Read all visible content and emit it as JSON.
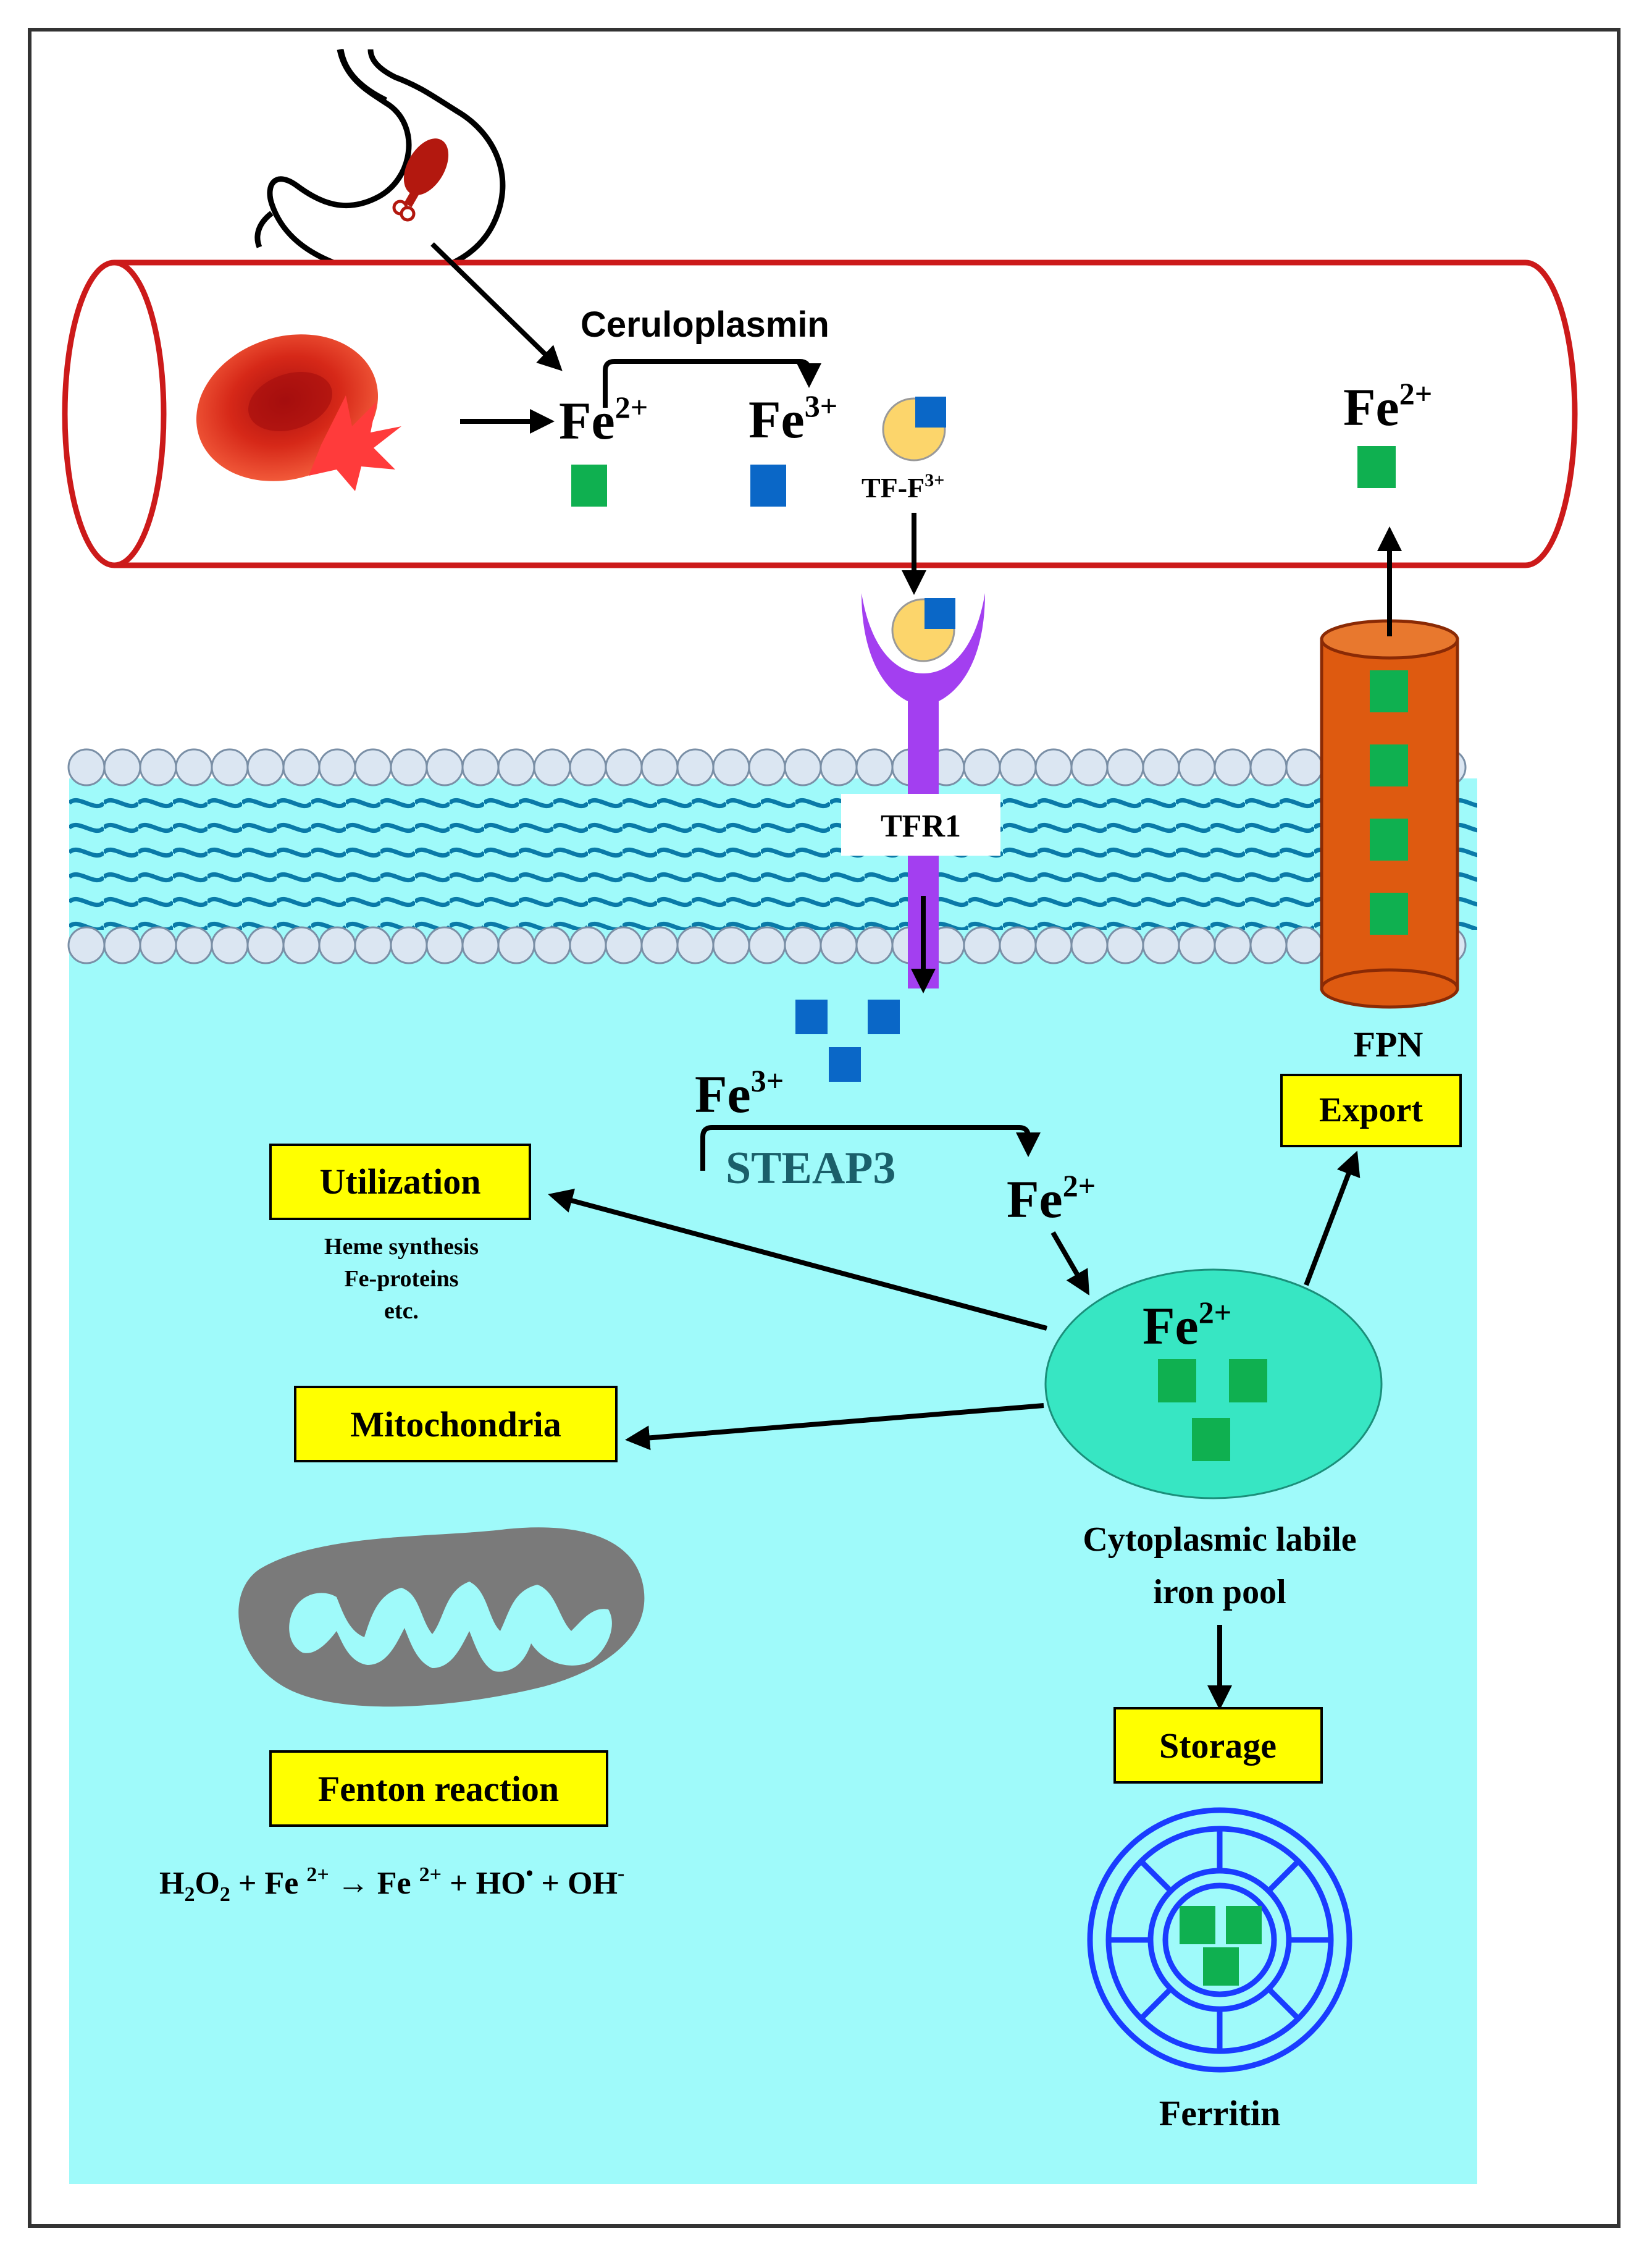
{
  "labels": {
    "ceruloplasmin": "Ceruloplasmin",
    "fe_base": "Fe",
    "charge_2": "2+",
    "charge_3": "3+",
    "tf_f3": "TF-F",
    "tf_f3_sup": "3+",
    "tfr1": "TFR1",
    "fpn": "FPN",
    "steap3": "STEAP3",
    "export": "Export",
    "utilization": "Utilization",
    "utilization_items": [
      "Heme synthesis",
      "Fe-proteins",
      "etc."
    ],
    "mitochondria": "Mitochondria",
    "fenton": "Fenton reaction",
    "pool_line1": "Cytoplasmic labile",
    "pool_line2": "iron pool",
    "storage": "Storage",
    "ferritin": "Ferritin"
  },
  "equation": {
    "h": "H",
    "sub2a": "2",
    "o": "O",
    "sub2b": "2",
    "plus_fe1": " + Fe ",
    "sup1": "2+",
    "arrow": " → ",
    "fe2": "Fe ",
    "sup2": "2+",
    "plus_ho": " + HO",
    "dot": "•",
    "plus_oh": " + OH",
    "minus": "-"
  },
  "colors": {
    "fe2_square": "#0fb050",
    "fe3_square": "#0a67c7",
    "cytoplasm": "#9ffafa",
    "vessel_outline": "#cc1a1a",
    "receptor": "#a33ff0",
    "ferroportin": "#de5a10",
    "labile_pool": "#37e6c3",
    "mitochondrion": "#7a7a7a",
    "ferritin": "#1a3cff",
    "label_box": "#ffff00"
  }
}
